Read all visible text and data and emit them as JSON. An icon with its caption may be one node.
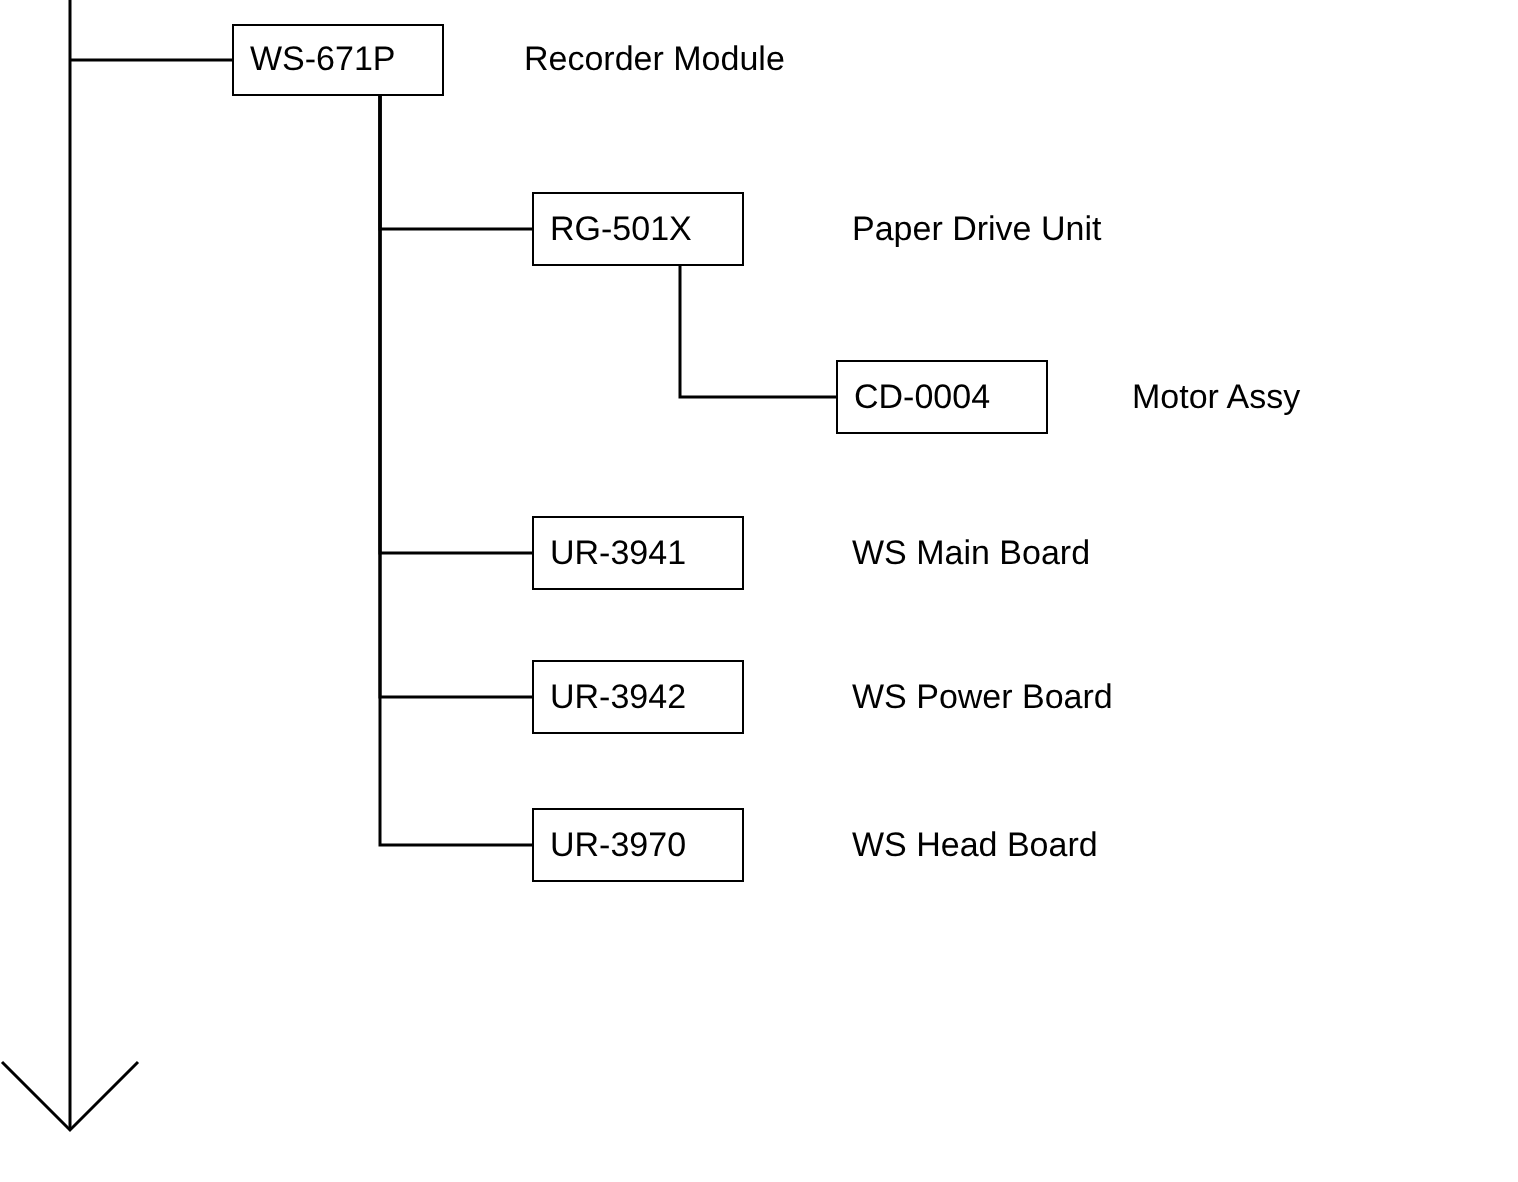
{
  "diagram": {
    "nodes": [
      {
        "text": [
          "WS-671P"
        ],
        "beside": [
          "Recorder Module"
        ]
      },
      {
        "text": [
          "RG-501X"
        ],
        "beside": [
          "Paper Drive Unit"
        ]
      },
      {
        "text": [
          "CD-0004"
        ],
        "beside": [
          "Motor Assy"
        ]
      },
      {
        "text": [
          "UR-3941"
        ],
        "beside": [
          "WS Main Board"
        ]
      },
      {
        "text": [
          "UR-3942"
        ],
        "beside": [
          "WS Power Board"
        ]
      },
      {
        "text": [
          "UR-3970"
        ],
        "beside": [
          "WS Head Board"
        ]
      }
    ],
    "edges": [
      {
        "from": null,
        "to": 0,
        "arrow": "none"
      },
      {
        "from": 0,
        "to": 1,
        "arrow": "none"
      },
      {
        "from": 1,
        "to": 2,
        "arrow": "none"
      },
      {
        "from": 0,
        "to": 3,
        "arrow": "none"
      },
      {
        "from": 0,
        "to": 4,
        "arrow": "none"
      },
      {
        "from": 0,
        "to": 5,
        "arrow": "none"
      }
    ]
  }
}
